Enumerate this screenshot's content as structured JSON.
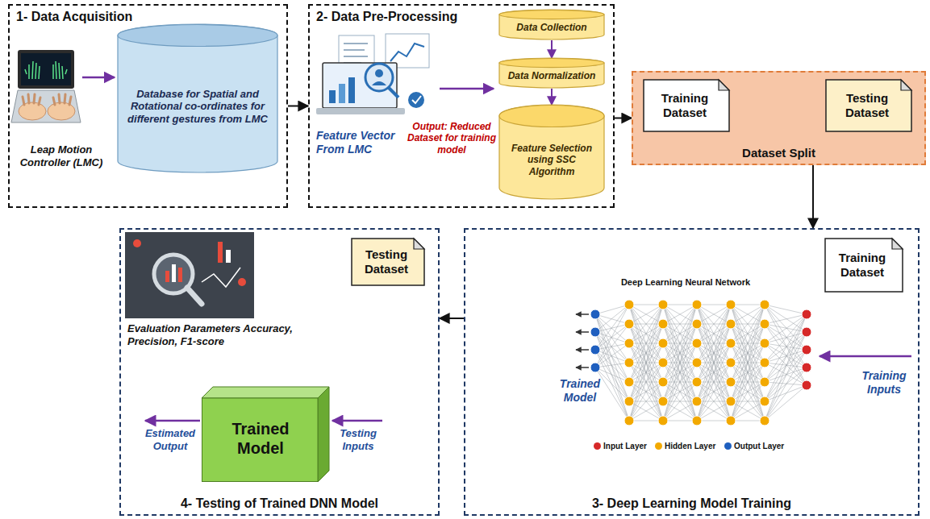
{
  "diagram": {
    "nodes": [
      {
        "text": [
          "1- Data Acquisition"
        ]
      },
      {
        "text": [
          "Database for Spatial and Rotational co-ordinates for different gestures from LMC"
        ],
        "in": 0
      },
      {
        "text": [
          "2- Data Pre-Processing"
        ]
      },
      {
        "text": [
          "Data Collection"
        ],
        "in": 2
      },
      {
        "text": [
          "Data Normalization"
        ],
        "in": 2
      },
      {
        "text": [
          "Feature Selection using SSC Algorithm"
        ],
        "in": 2
      },
      {
        "text": [
          "Dataset Split"
        ]
      },
      {
        "text": [
          "Training Dataset"
        ],
        "in": 6
      },
      {
        "text": [
          "Testing Dataset"
        ],
        "in": 6
      },
      {
        "text": [
          "3- Deep Learning Model Training"
        ]
      },
      {
        "text": [
          "Training Dataset"
        ],
        "in": 9
      },
      {
        "text": [
          "4- Testing of Trained DNN Model"
        ]
      },
      {
        "text": [
          "Testing Dataset"
        ],
        "in": 11
      },
      {
        "text": [
          "Trained Model"
        ],
        "in": 11
      }
    ],
    "edges": [
      {
        "from": 0,
        "to": 2,
        "arrow": "to"
      },
      {
        "from": 3,
        "to": 4,
        "arrow": "to"
      },
      {
        "from": 4,
        "to": 5,
        "arrow": "to"
      },
      {
        "from": 2,
        "to": 6,
        "arrow": "to"
      },
      {
        "from": 6,
        "to": 9,
        "arrow": "to"
      },
      {
        "from": 9,
        "to": 11,
        "arrow": "to"
      }
    ],
    "labels": [
      "Leap Motion Controller (LMC)",
      "Feature Vector From LMC",
      "Output: Reduced Dataset for training model",
      "Deep Learning Neural Network",
      "Trained Model",
      "Training Inputs",
      "Evaluation Parameters Accuracy, Precision, F1-score",
      "Estimated Output",
      "Testing Inputs"
    ],
    "legend": [
      {
        "text": "Input Layer",
        "color": "#d62828"
      },
      {
        "text": "Hidden Layer",
        "color": "#f2a900"
      },
      {
        "text": "Output Layer",
        "color": "#1f5fbf"
      }
    ]
  }
}
